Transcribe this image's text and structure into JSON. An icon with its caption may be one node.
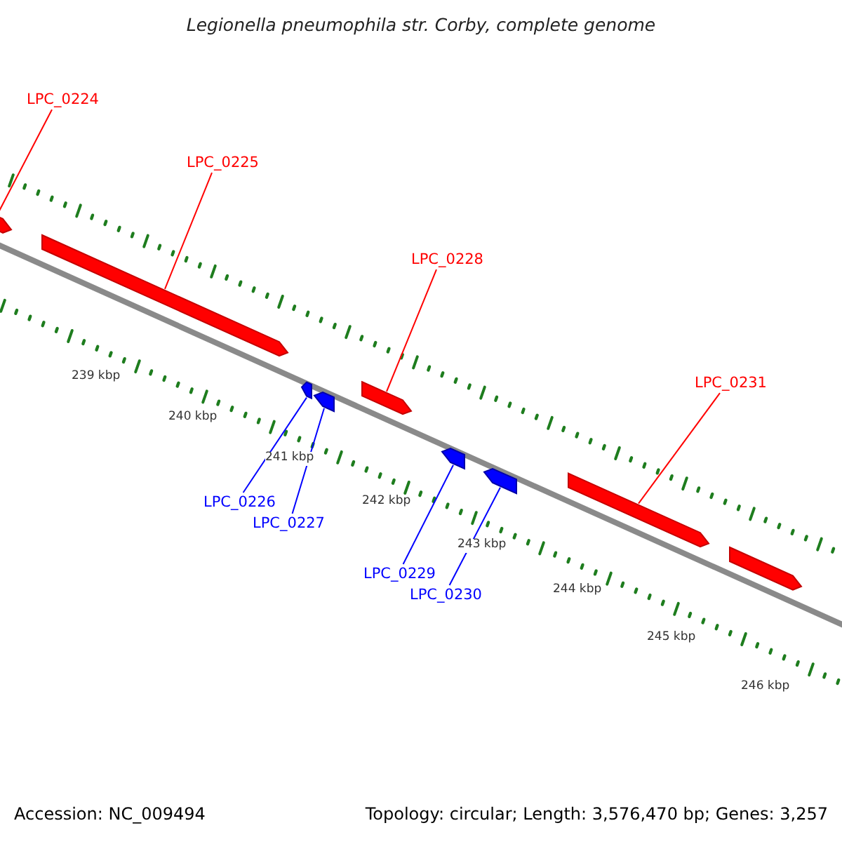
{
  "diagram": {
    "title": "Legionella pneumophila str. Corby, complete genome",
    "nodes": [
      {
        "text": [
          "LPC_0224"
        ]
      },
      {
        "text": [],
        "shape": "bar"
      },
      {
        "text": [
          "LPC_0225"
        ]
      },
      {
        "text": [],
        "shape": "bar"
      },
      {
        "text": [
          "LPC_0228"
        ]
      },
      {
        "text": [],
        "shape": "bar"
      },
      {
        "text": [
          "LPC_0231"
        ]
      },
      {
        "text": [],
        "shape": "bar"
      },
      {
        "text": [],
        "shape": "bar"
      },
      {
        "text": [],
        "shape": "bar"
      },
      {
        "text": [],
        "shape": "bar"
      },
      {
        "text": [
          "LPC_0226"
        ]
      },
      {
        "text": [
          "LPC_0227"
        ]
      },
      {
        "text": [],
        "shape": "bar"
      },
      {
        "text": [],
        "shape": "bar"
      },
      {
        "text": [
          "LPC_0229"
        ]
      },
      {
        "text": [
          "LPC_0230"
        ]
      }
    ],
    "edges": [
      {
        "from": 0,
        "to": 1,
        "arrow": "none",
        "color": "#ff0000"
      },
      {
        "from": 2,
        "to": 3,
        "arrow": "none",
        "color": "#ff0000"
      },
      {
        "from": 4,
        "to": 5,
        "arrow": "none",
        "color": "#ff0000"
      },
      {
        "from": 6,
        "to": 7,
        "arrow": "none",
        "color": "#ff0000"
      },
      {
        "from": 11,
        "to": 9,
        "arrow": "none",
        "color": "#0000ff"
      },
      {
        "from": 12,
        "to": 10,
        "arrow": "none",
        "color": "#0000ff"
      },
      {
        "from": 15,
        "to": 13,
        "arrow": "none",
        "color": "#0000ff"
      },
      {
        "from": 16,
        "to": 14,
        "arrow": "none",
        "color": "#0000ff"
      }
    ],
    "labels": [
      "239 kbp",
      "240 kbp",
      "241 kbp",
      "242 kbp",
      "243 kbp",
      "244 kbp",
      "245 kbp",
      "246 kbp",
      "Accession: NC_009494",
      "Topology: circular; Length: 3,576,470 bp; Genes: 3,257"
    ]
  }
}
